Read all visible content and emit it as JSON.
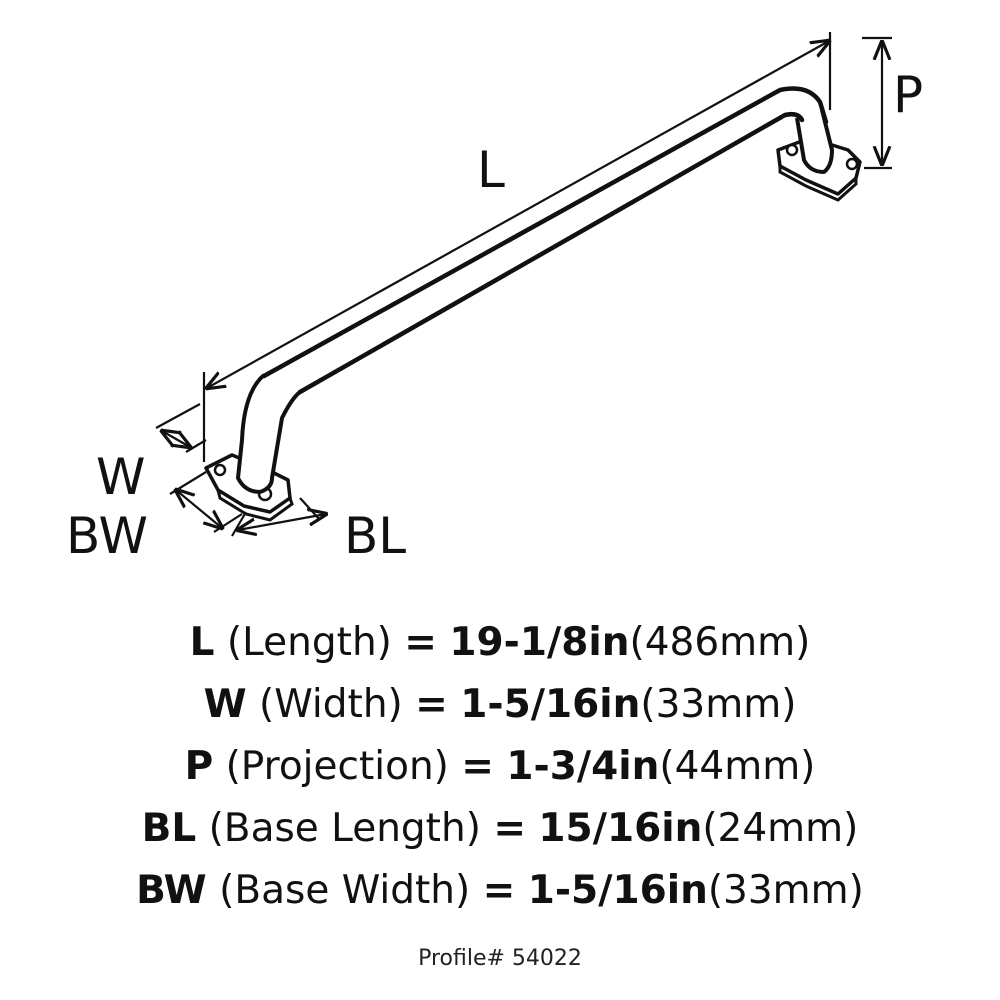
{
  "diagram": {
    "labels": {
      "L": "L",
      "P": "P",
      "W": "W",
      "BW": "BW",
      "BL": "BL"
    },
    "colors": {
      "outline": "#111111",
      "background": "#ffffff"
    }
  },
  "specs": [
    {
      "abbr": "L",
      "name": "(Length)",
      "eq": "=",
      "imperial": "19-1/8in",
      "metric": "(486mm)"
    },
    {
      "abbr": "W",
      "name": "(Width)",
      "eq": "=",
      "imperial": "1-5/16in",
      "metric": "(33mm)"
    },
    {
      "abbr": "P",
      "name": "(Projection)",
      "eq": "=",
      "imperial": "1-3/4in",
      "metric": "(44mm)"
    },
    {
      "abbr": "BL",
      "name": "(Base Length)",
      "eq": "=",
      "imperial": "15/16in",
      "metric": "(24mm)"
    },
    {
      "abbr": "BW",
      "name": "(Base Width)",
      "eq": "=",
      "imperial": "1-5/16in",
      "metric": "(33mm)"
    }
  ],
  "profile": "Profile# 54022"
}
